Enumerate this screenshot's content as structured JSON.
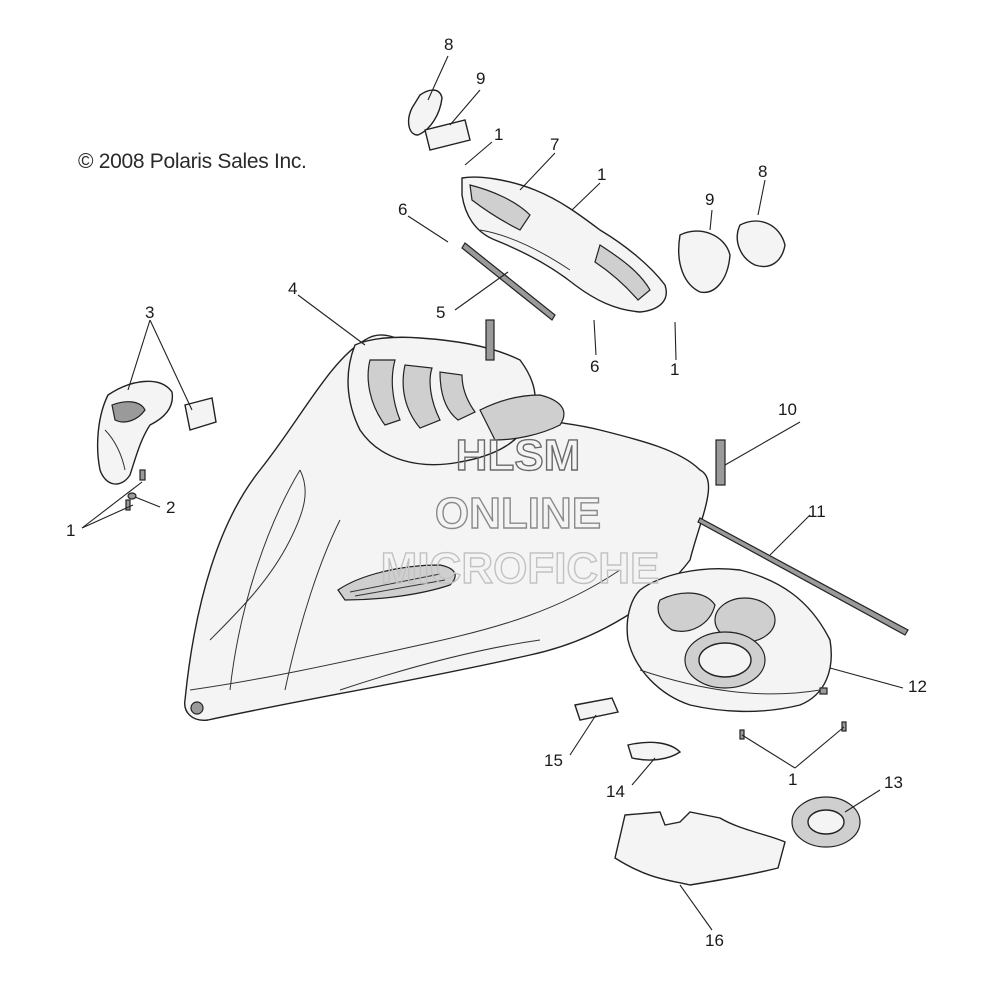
{
  "copyright": "© 2008 Polaris Sales Inc.",
  "watermark": {
    "line1": "HLSM",
    "line2": "ONLINE",
    "line3": "MICROFICHE"
  },
  "callouts": {
    "c1a": "1",
    "c1b": "1",
    "c1c": "1",
    "c1d": "1",
    "c1e": "1",
    "c2": "2",
    "c3": "3",
    "c4": "4",
    "c5": "5",
    "c6a": "6",
    "c6b": "6",
    "c7": "7",
    "c8a": "8",
    "c8b": "8",
    "c9a": "9",
    "c9b": "9",
    "c10": "10",
    "c11": "11",
    "c12": "12",
    "c13": "13",
    "c14": "14",
    "c15": "15",
    "c16": "16"
  }
}
